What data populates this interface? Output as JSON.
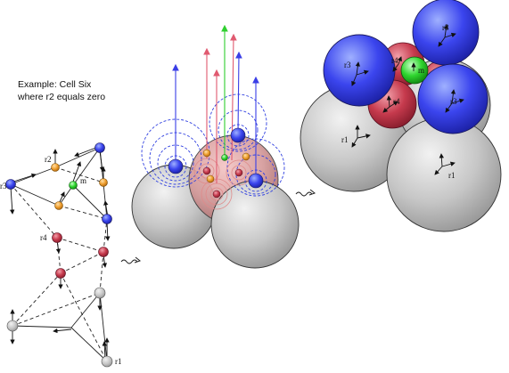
{
  "caption": {
    "line1": "Example: Cell Six",
    "line2": "where r2 equals zero"
  },
  "labels": {
    "r1": "r1",
    "r2": "r2",
    "r3": "r3",
    "r4": "r4",
    "m": "m"
  },
  "colors": {
    "blue": "#3a3ee6",
    "red": "#c8394f",
    "orange": "#f0a030",
    "green": "#2fd82f",
    "gray": "#c8c8c8",
    "pink": "#e08a8a",
    "dashed_blue": "#3040e0"
  }
}
